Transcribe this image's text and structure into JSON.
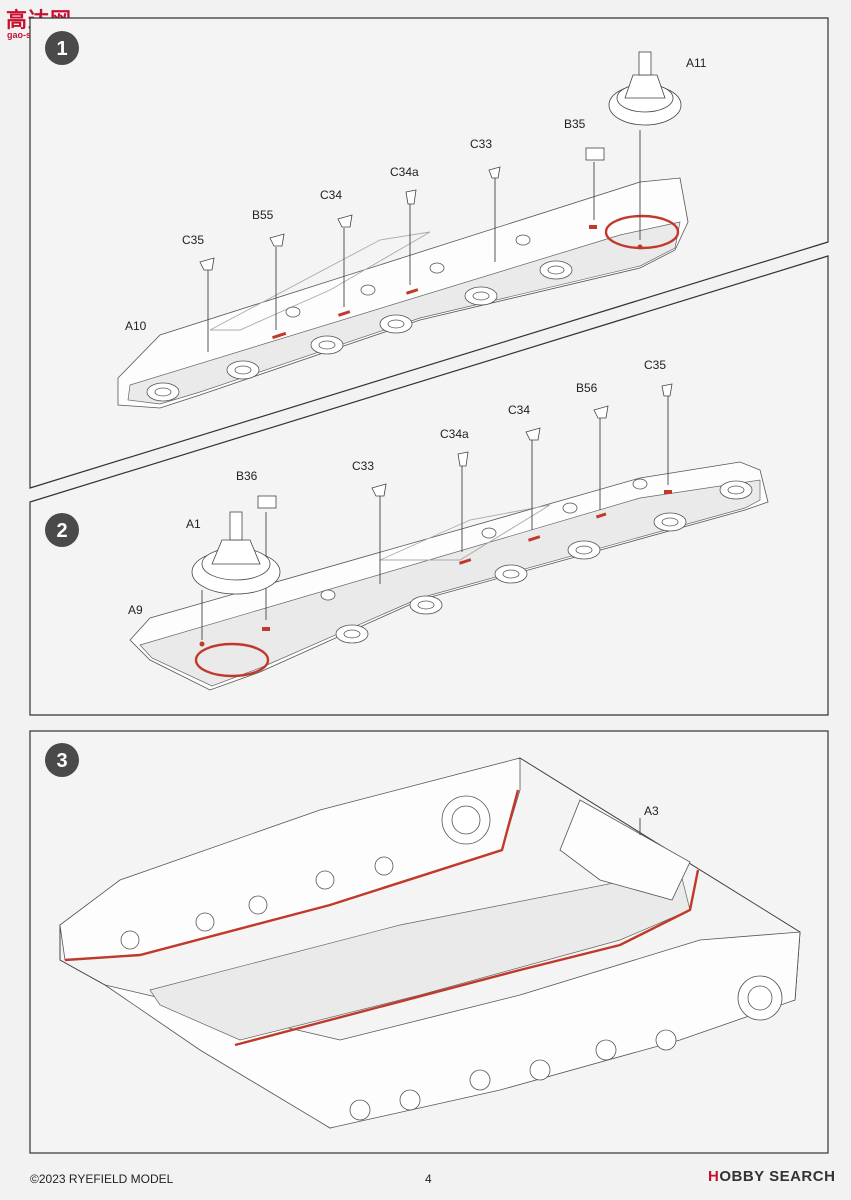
{
  "watermark": {
    "chinese": "高达网",
    "url": "gao-shou.com"
  },
  "steps": [
    {
      "number": "1",
      "labels": [
        "A11",
        "B35",
        "C33",
        "C34a",
        "C34",
        "B55",
        "C35",
        "A10"
      ]
    },
    {
      "number": "2",
      "labels": [
        "C35",
        "B56",
        "C34",
        "C34a",
        "C33",
        "B36",
        "A1",
        "A9"
      ]
    },
    {
      "number": "3",
      "labels": [
        "A3"
      ]
    }
  ],
  "footer": {
    "copyright": "©2023 RYEFIELD MODEL",
    "page_number": "4",
    "brand_prefix": "H",
    "brand": "OBBY SEARCH"
  },
  "colors": {
    "accent_red": "#c0392b",
    "brand_red": "#c8102e",
    "step_circle": "#4a4a4a"
  }
}
